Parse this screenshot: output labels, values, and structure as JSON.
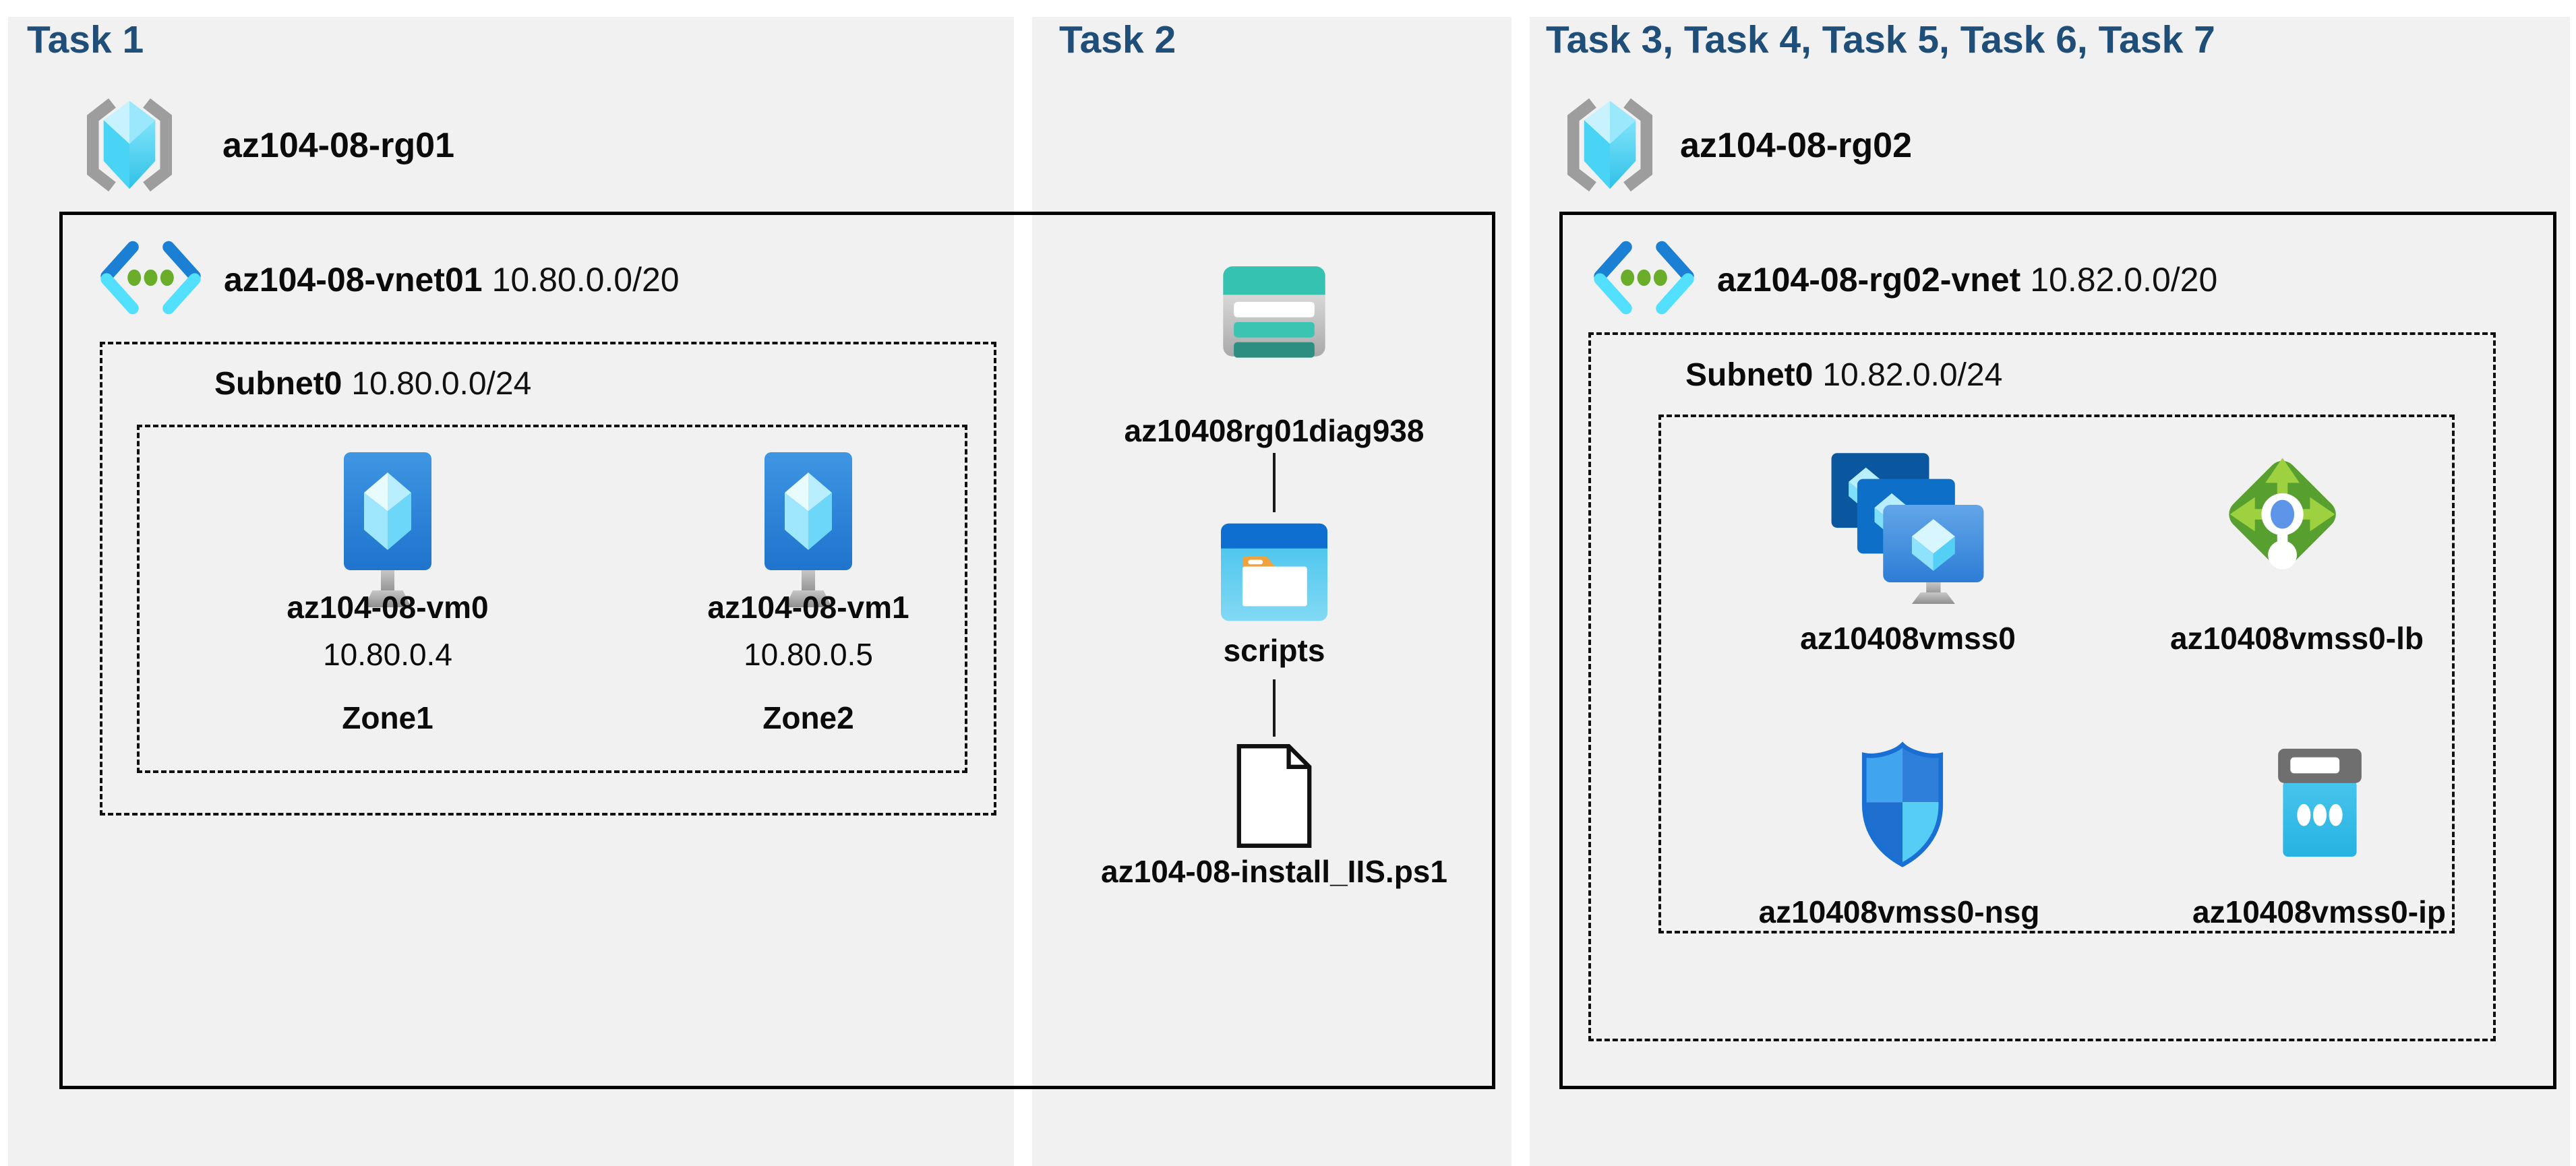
{
  "colors": {
    "heading": "#1f4e79",
    "panel_bg": "#f1f1f1",
    "box_border": "#000000",
    "dashed_border": "#111111",
    "text": "#0b0b0b",
    "vnet_blue": "#1b7fd4",
    "vnet_cyan": "#53e0ff",
    "vnet_dot_green": "#69ad2b",
    "lb_green": "#57a02f",
    "lb_arrow_green": "#9ed13f",
    "storage_teal": "#35c2b0",
    "storage_teal_dark": "#2b8e80",
    "folder_blue": "#0e6fd0",
    "folder_orange": "#f0a23b",
    "vm_blue": "#2c87dd",
    "ip_cyan": "#36bde8",
    "gray_bracket": "#9d9d9d"
  },
  "icons": {
    "resource_group": "resource-group-icon",
    "virtual_network": "virtual-network-icon",
    "virtual_machine": "vm-icon",
    "storage_account": "storage-account-icon",
    "folder": "folder-icon",
    "file": "file-icon",
    "vm_scale_set": "vmss-icon",
    "load_balancer": "load-balancer-icon",
    "network_security_group": "nsg-icon",
    "public_ip": "public-ip-icon"
  },
  "tasks": {
    "task1": {
      "header": "Task 1",
      "resource_group": "az104-08-rg01",
      "vnet": {
        "name": "az104-08-vnet01",
        "cidr": "10.80.0.0/20"
      },
      "subnet": {
        "name": "Subnet0",
        "cidr": "10.80.0.0/24"
      },
      "vms": [
        {
          "name": "az104-08-vm0",
          "ip": "10.80.0.4",
          "zone": "Zone1"
        },
        {
          "name": "az104-08-vm1",
          "ip": "10.80.0.5",
          "zone": "Zone2"
        }
      ]
    },
    "task2": {
      "header": "Task 2",
      "storage_account": "az10408rg01diag938",
      "folder": "scripts",
      "file": "az104-08-install_IIS.ps1"
    },
    "task3": {
      "header": "Task 3, Task 4, Task 5, Task 6, Task 7",
      "resource_group": "az104-08-rg02",
      "vnet": {
        "name": "az104-08-rg02-vnet",
        "cidr": "10.82.0.0/20"
      },
      "subnet": {
        "name": "Subnet0",
        "cidr": "10.82.0.0/24"
      },
      "resources": [
        {
          "label": "az10408vmss0"
        },
        {
          "label": "az10408vmss0-lb"
        },
        {
          "label": "az10408vmss0-nsg"
        },
        {
          "label": "az10408vmss0-ip"
        }
      ]
    }
  }
}
